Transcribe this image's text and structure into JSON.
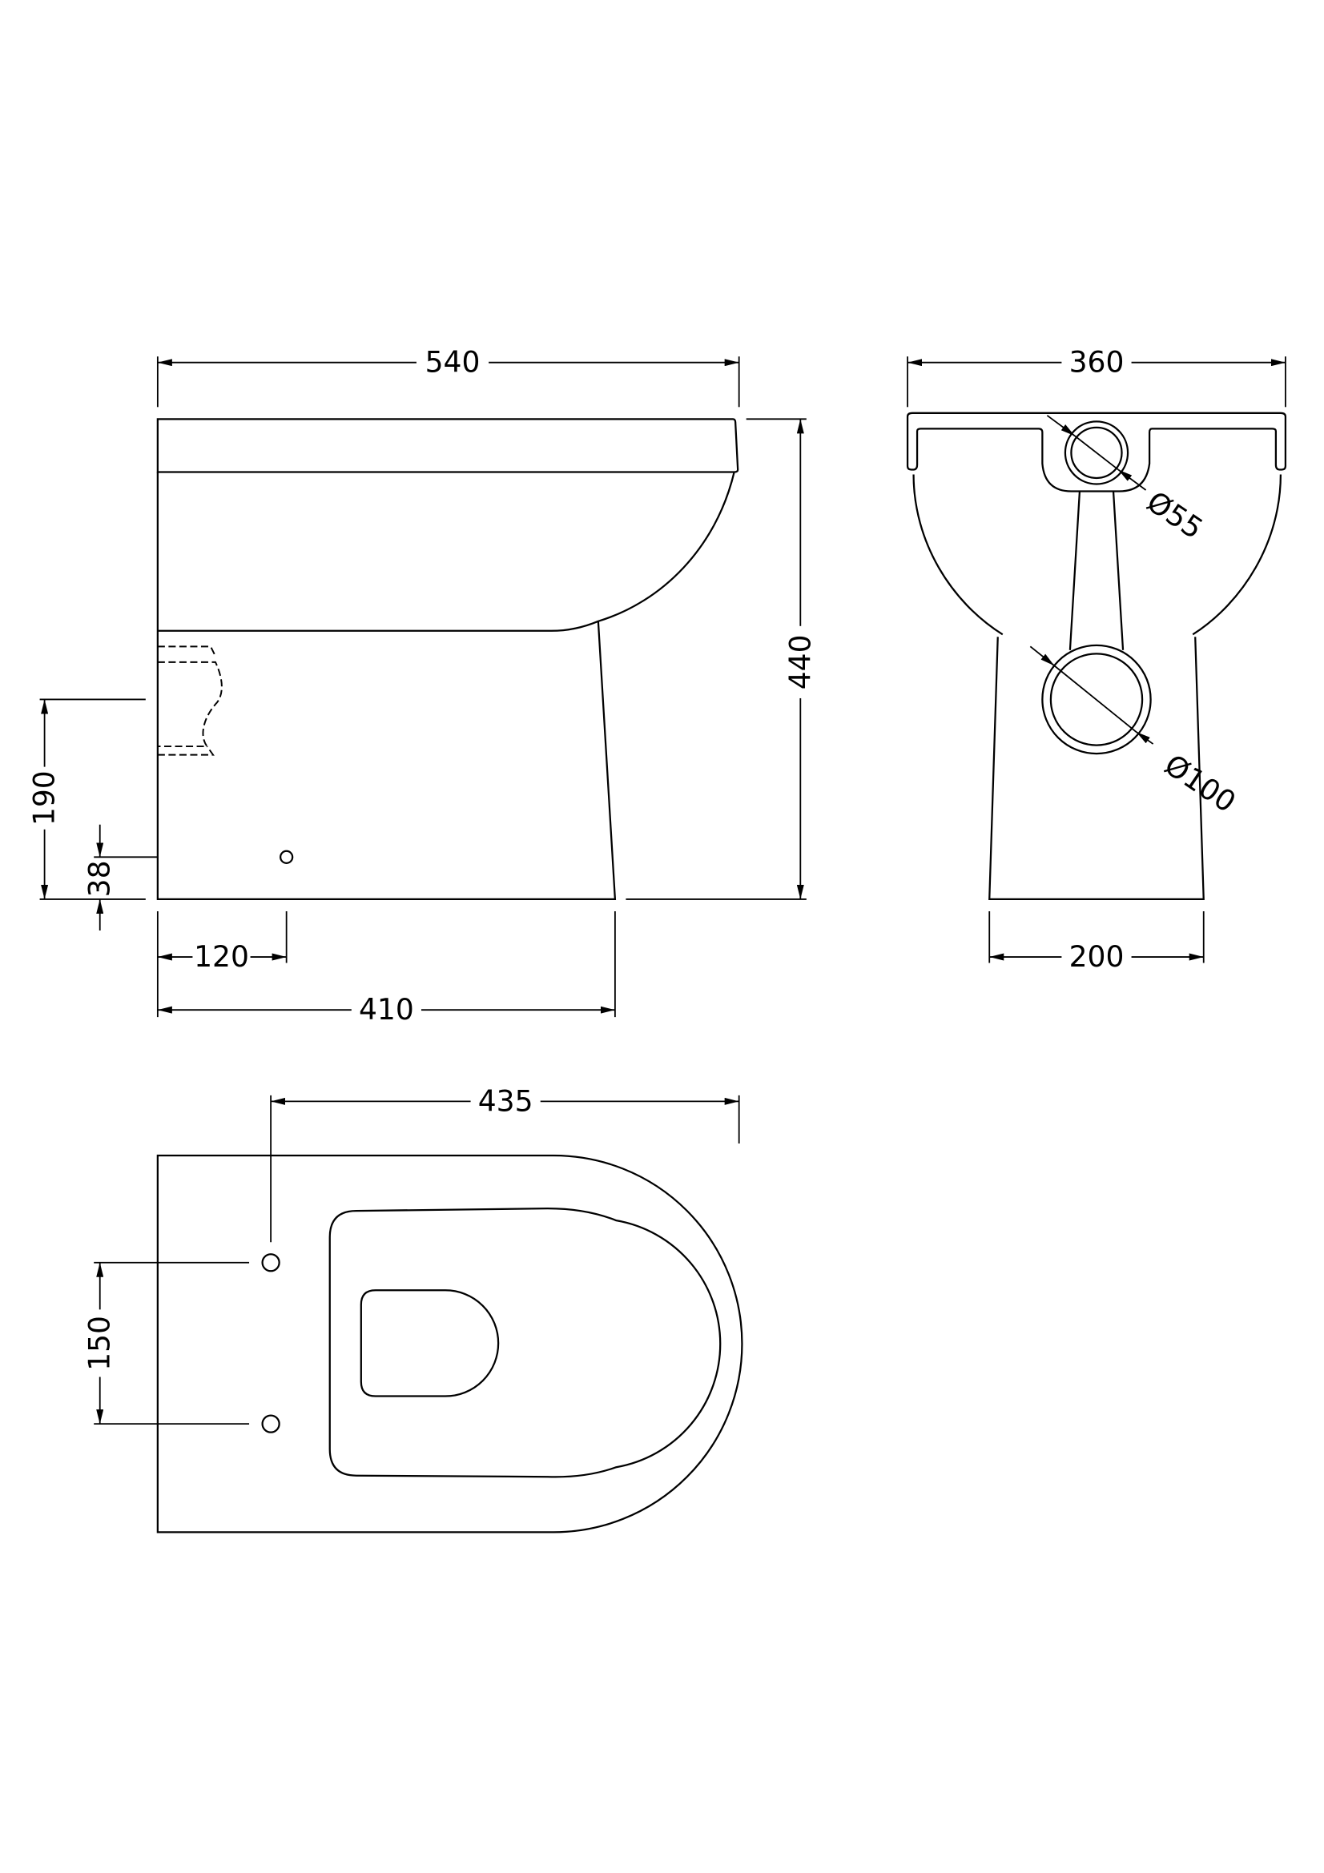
{
  "side_view": {
    "overall_length": "540",
    "overall_height": "440",
    "waste_height": "190",
    "fixing_height": "38",
    "fixing_from_wall": "120",
    "base_length": "410"
  },
  "front_view": {
    "overall_width": "360",
    "inlet_diameter": "Ø55",
    "outlet_diameter": "Ø100",
    "base_width": "200"
  },
  "plan_view": {
    "fixing_to_front": "435",
    "fixing_spacing": "150"
  },
  "colors": {
    "line": "#000000",
    "background": "#ffffff"
  }
}
